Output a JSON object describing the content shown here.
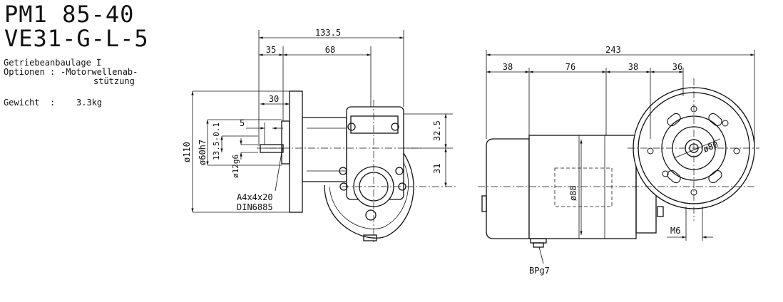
{
  "header": {
    "title_line1": "PM1 85-40",
    "title_line2": "VE31-G-L-5"
  },
  "info": {
    "mounting": "Getriebeanbaulage I",
    "options_label": "Optionen :",
    "options_value_1": "-Motorwellenab-",
    "options_value_2": "stützung",
    "weight_label": "Gewicht  :",
    "weight_value": "3.3kg"
  },
  "side_view": {
    "dim_total": "133.5",
    "dim_35": "35",
    "dim_68": "68",
    "dim_30": "30",
    "dim_5": "5",
    "dim_13_5": "13.5-0.1",
    "dim_d110": "ø110",
    "dim_d60": "ø60h7",
    "dim_d12": "ø12g6",
    "dim_32_5": "32.5",
    "dim_31": "31",
    "key_line1": "A4x4x20",
    "key_line2": "DIN6885"
  },
  "motor_view": {
    "dim_total": "243",
    "dim_38a": "38",
    "dim_76": "76",
    "dim_38b": "38",
    "dim_36": "36",
    "dim_d88": "ø88",
    "dim_d80": "ø80",
    "dim_m6": "M6",
    "cable_gland": "BPg7"
  }
}
